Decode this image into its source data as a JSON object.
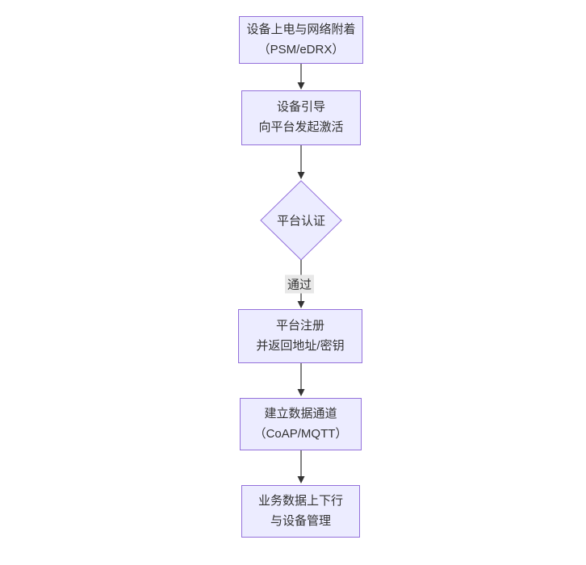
{
  "diagram": {
    "type": "flowchart-vertical",
    "colors": {
      "background": "#ffffff",
      "node_fill": "#ECECFF",
      "node_border": "#9370DB",
      "edge_color": "#333333",
      "text_color": "#333333",
      "edge_label_bg": "#e8e8e8"
    },
    "nodes": [
      {
        "id": "power-attach",
        "shape": "rect",
        "lines": [
          "设备上电与网络附着",
          "（PSM/eDRX）"
        ]
      },
      {
        "id": "bootstrap",
        "shape": "rect",
        "lines": [
          "设备引导",
          "向平台发起激活"
        ]
      },
      {
        "id": "platform-auth",
        "shape": "diamond",
        "lines": [
          "平台认证"
        ]
      },
      {
        "id": "platform-register",
        "shape": "rect",
        "lines": [
          "平台注册",
          "并返回地址/密钥"
        ]
      },
      {
        "id": "data-channel",
        "shape": "rect",
        "lines": [
          "建立数据通道",
          "（CoAP/MQTT）"
        ]
      },
      {
        "id": "business-data",
        "shape": "rect",
        "lines": [
          "业务数据上下行",
          "与设备管理"
        ]
      }
    ],
    "edges": [
      {
        "from": "power-attach",
        "to": "bootstrap"
      },
      {
        "from": "bootstrap",
        "to": "platform-auth"
      },
      {
        "from": "platform-auth",
        "to": "platform-register",
        "label": "通过"
      },
      {
        "from": "platform-register",
        "to": "data-channel"
      },
      {
        "from": "data-channel",
        "to": "business-data"
      }
    ]
  }
}
